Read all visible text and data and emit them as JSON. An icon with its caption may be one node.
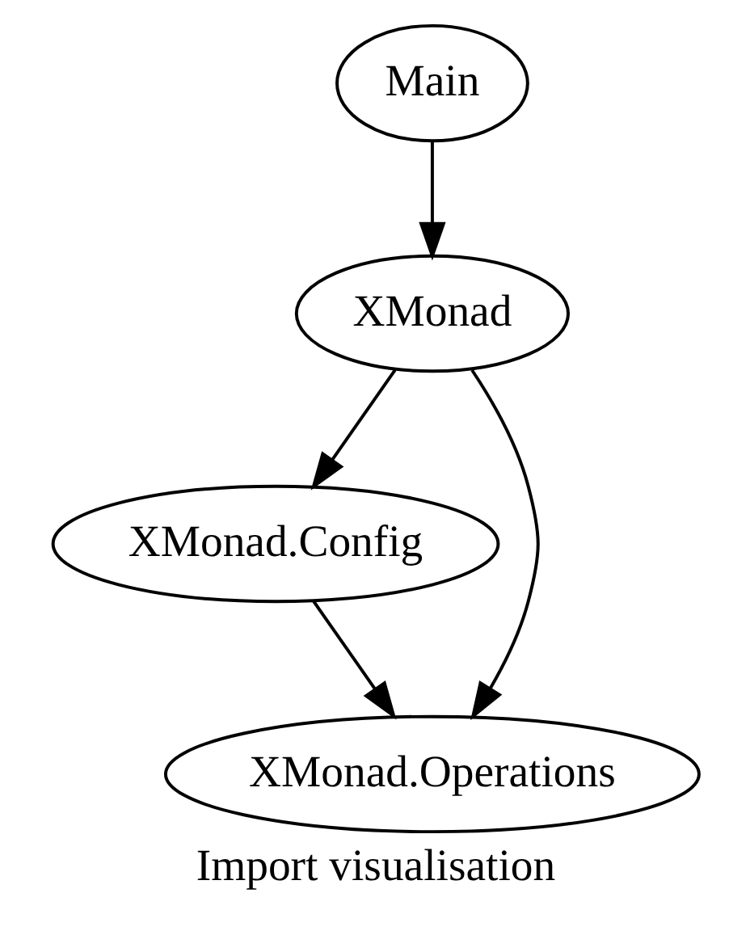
{
  "diagram": {
    "caption": "Import visualisation",
    "nodes": [
      {
        "text": [
          "Main"
        ]
      },
      {
        "text": [
          "XMonad"
        ]
      },
      {
        "text": [
          "XMonad.Config"
        ]
      },
      {
        "text": [
          "XMonad.Operations"
        ]
      }
    ],
    "edges": [
      {
        "from": 0,
        "to": 1,
        "arrow": "to"
      },
      {
        "from": 1,
        "to": 2,
        "arrow": "to"
      },
      {
        "from": 1,
        "to": 3,
        "arrow": "to"
      },
      {
        "from": 2,
        "to": 3,
        "arrow": "to"
      }
    ]
  }
}
